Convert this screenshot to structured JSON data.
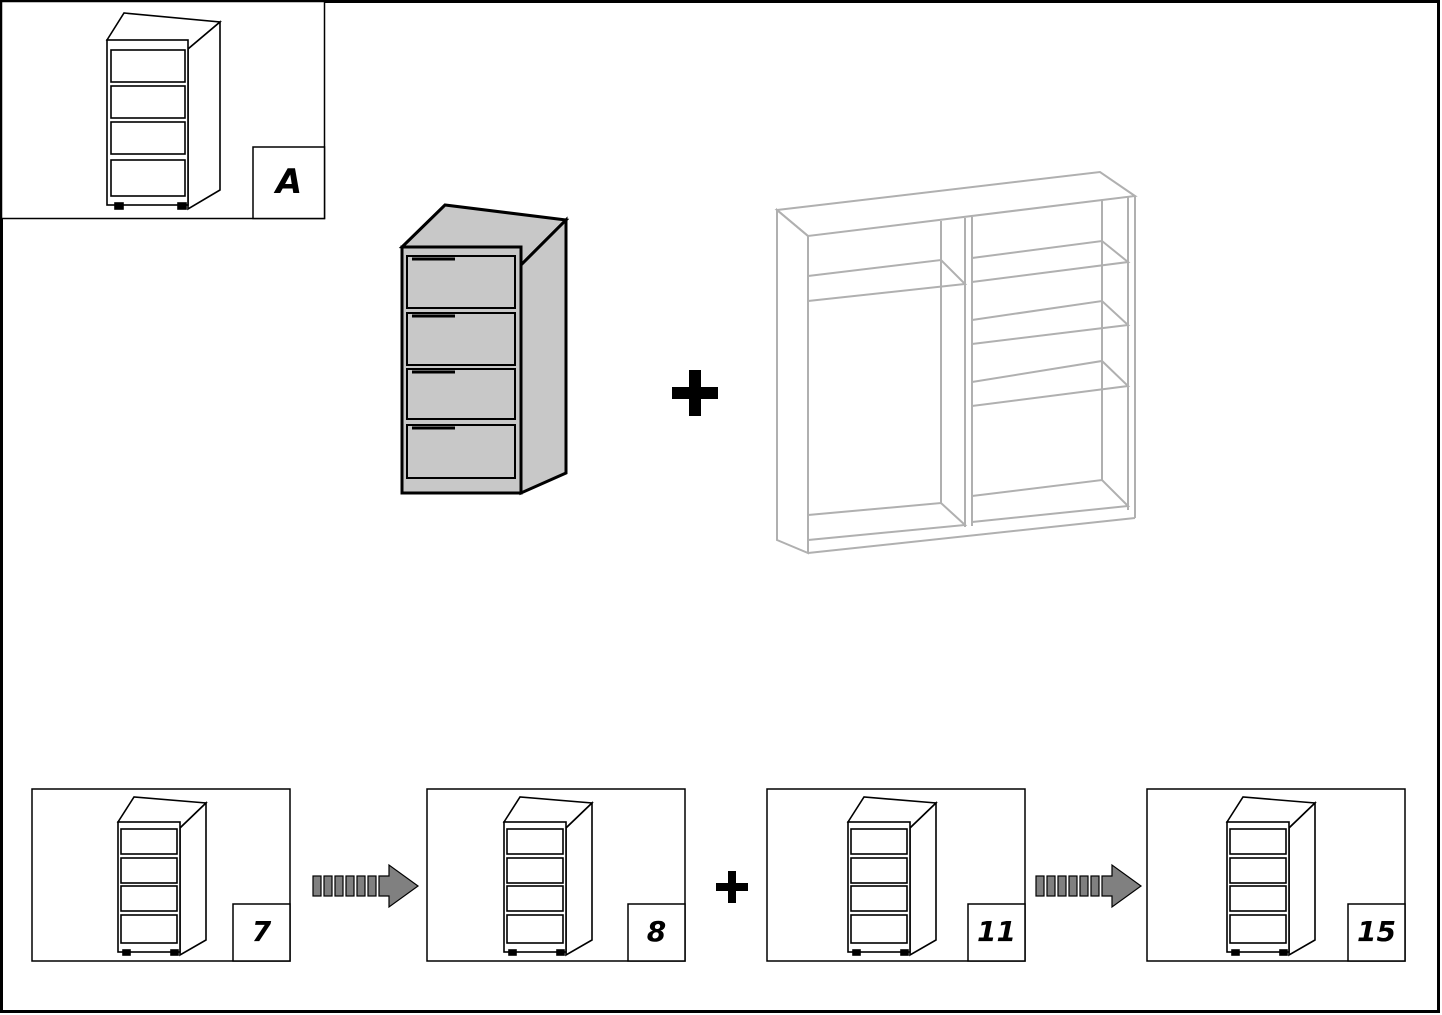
{
  "header_panel": {
    "label": "A"
  },
  "steps": [
    {
      "label": "7"
    },
    {
      "label": "8"
    },
    {
      "label": "11"
    },
    {
      "label": "15"
    }
  ],
  "symbols": {
    "plus": "+"
  },
  "colors": {
    "line": "#000000",
    "panel_fill": "#c8c8c8",
    "ghost_line": "#b0b0b0",
    "arrow_fill": "#808080"
  }
}
